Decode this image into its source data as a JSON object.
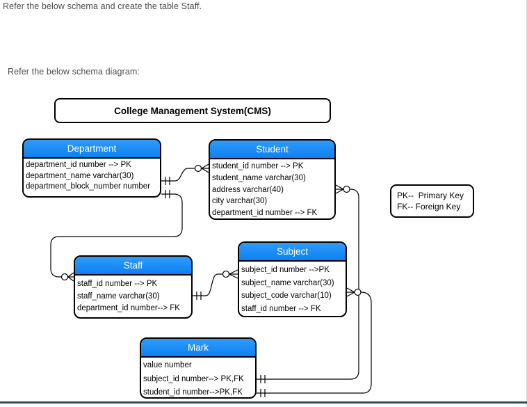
{
  "instructions": {
    "line1": "Refer the below schema and create the table Staff.",
    "line2": "Refer the below schema diagram:"
  },
  "diagram": {
    "title": "College Management System(CMS)",
    "entities": [
      {
        "name": "Department",
        "fields": [
          "department_id number --> PK",
          "department_name varchar(30)",
          "department_block_number number"
        ]
      },
      {
        "name": "Student",
        "fields": [
          "student_id number --> PK",
          "student_name varchar(30)",
          "address varchar(40)",
          "city varchar(30)",
          "department_id number --> FK"
        ]
      },
      {
        "name": "Staff",
        "fields": [
          "staff_id number --> PK",
          "staff_name varchar(30)",
          "department_id number--> FK"
        ]
      },
      {
        "name": "Subject",
        "fields": [
          "subject_id number -->PK",
          "subject_name varchar(30)",
          "subject_code varchar(10)",
          "staff_id number --> FK"
        ]
      },
      {
        "name": "Mark",
        "fields": [
          "value number",
          "subject_id number--> PK,FK",
          "student_id number-->PK,FK"
        ]
      }
    ],
    "legend": {
      "line1": "PK--  Primary Key",
      "line2": "FK-- Foreign Key"
    },
    "colors": {
      "entity_header_blue": "#1787f4",
      "box_border": "#000000",
      "bottom_bar": "#2e4f5c",
      "instruction_text": "#4d4d4f"
    },
    "notation": {
      "double_tick_meaning": "one and only one",
      "circle_crowfoot_meaning": "zero or many"
    }
  }
}
